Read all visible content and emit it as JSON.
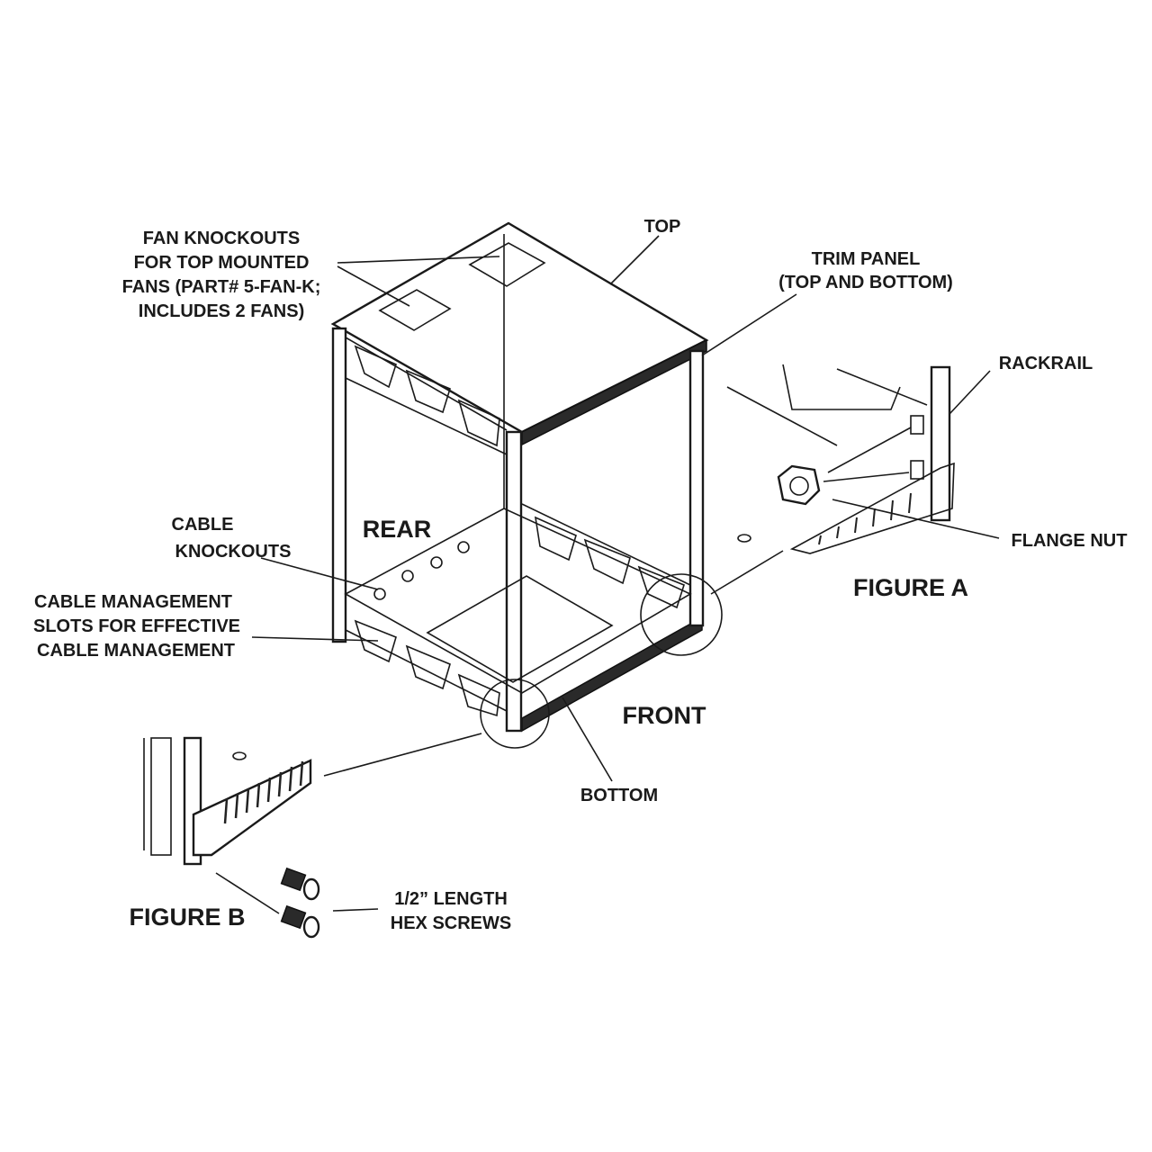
{
  "labels": {
    "fan_knockouts": [
      "FAN KNOCKOUTS",
      "FOR TOP MOUNTED",
      "FANS (PART# 5-FAN-K;",
      "INCLUDES 2 FANS)"
    ],
    "top": "TOP",
    "trim_panel": [
      "TRIM PANEL",
      "(TOP AND BOTTOM)"
    ],
    "rackrail": "RACKRAIL",
    "flange_nut": "FLANGE NUT",
    "figure_a": "FIGURE A",
    "cable_knockouts": [
      "CABLE",
      "KNOCKOUTS"
    ],
    "rear": "REAR",
    "cable_management": [
      "CABLE MANAGEMENT",
      "SLOTS FOR EFFECTIVE",
      "CABLE MANAGEMENT"
    ],
    "front": "FRONT",
    "bottom": "BOTTOM",
    "figure_b": "FIGURE B",
    "hex_screws": [
      "1/2” LENGTH",
      "HEX SCREWS"
    ]
  }
}
